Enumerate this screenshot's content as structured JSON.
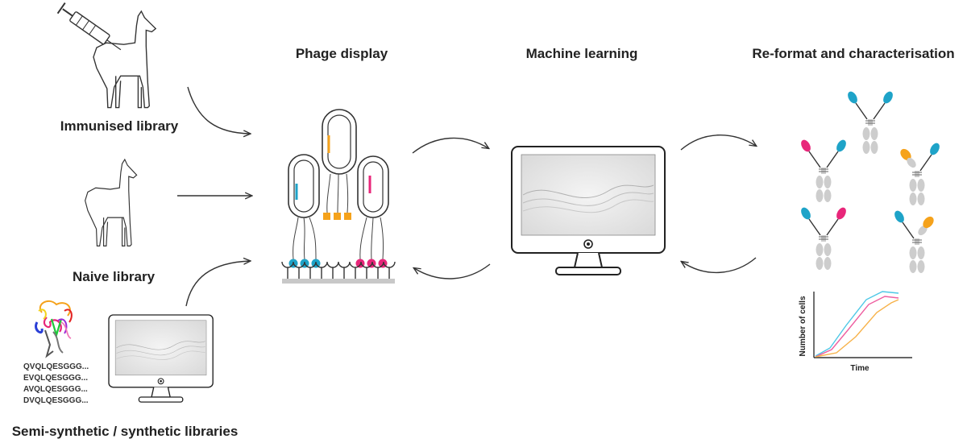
{
  "headings": {
    "phage_display": "Phage display",
    "machine_learning": "Machine learning",
    "reformat": "Re-format and characterisation"
  },
  "libraries": {
    "immunised": "Immunised library",
    "naive": "Naive library",
    "synthetic": "Semi-synthetic / synthetic libraries"
  },
  "sequences": [
    "QVQLQESGGG...",
    "EVQLQESGGG...",
    "AVQLQESGGG...",
    "DVQLQESGGG..."
  ],
  "growth_chart": {
    "ylabel": "Number of cells",
    "xlabel": "Time"
  },
  "colors": {
    "blue": "#1ea3c8",
    "orange": "#f5a21b",
    "pink": "#e8267a",
    "grey": "#cfcfcf",
    "line": "#333333"
  },
  "icons": [
    "syringe-icon",
    "alpaca-icon",
    "protein-structure-icon",
    "monitor-icon",
    "phage-icon",
    "antibody-icon"
  ]
}
